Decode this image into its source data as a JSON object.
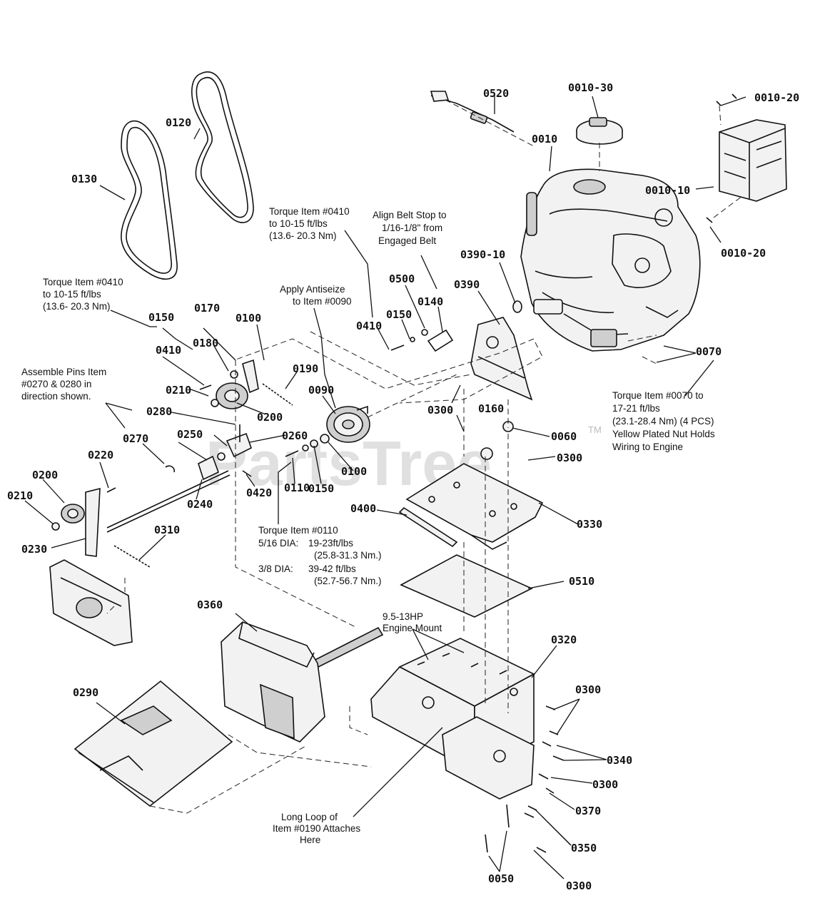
{
  "watermark": {
    "text": "PartsTree",
    "tm": "TM"
  },
  "parts": {
    "p0010": "0010",
    "p0010_10": "0010-10",
    "p0010_20a": "0010-20",
    "p0010_20b": "0010-20",
    "p0010_30": "0010-30",
    "p0050": "0050",
    "p0060": "0060",
    "p0070": "0070",
    "p0090": "0090",
    "p0100a": "0100",
    "p0100b": "0100",
    "p0110": "0110",
    "p0120": "0120",
    "p0130": "0130",
    "p0140": "0140",
    "p0150a": "0150",
    "p0150b": "0150",
    "p0150c": "0150",
    "p0160": "0160",
    "p0170": "0170",
    "p0180": "0180",
    "p0190": "0190",
    "p0200a": "0200",
    "p0200b": "0200",
    "p0210a": "0210",
    "p0210b": "0210",
    "p0220": "0220",
    "p0230": "0230",
    "p0240": "0240",
    "p0250": "0250",
    "p0260": "0260",
    "p0270": "0270",
    "p0280": "0280",
    "p0290": "0290",
    "p0300a": "0300",
    "p0300b": "0300",
    "p0300c": "0300",
    "p0300d": "0300",
    "p0300e": "0300",
    "p0310": "0310",
    "p0320": "0320",
    "p0330": "0330",
    "p0340": "0340",
    "p0350": "0350",
    "p0360": "0360",
    "p0370": "0370",
    "p0390": "0390",
    "p0390_10": "0390-10",
    "p0400": "0400",
    "p0410a": "0410",
    "p0410b": "0410",
    "p0420": "0420",
    "p0500": "0500",
    "p0510": "0510",
    "p0520": "0520"
  },
  "notes": {
    "torque0410_top": [
      "Torque Item #0410",
      "to 10-15 ft/lbs",
      "(13.6- 20.3 Nm)"
    ],
    "torque0410_left": [
      "Torque Item #0410",
      "to 10-15 ft/lbs",
      "(13.6- 20.3 Nm)"
    ],
    "align_belt": [
      "Align Belt Stop to",
      "1/16-1/8\" from",
      "Engaged Belt"
    ],
    "antiseize": [
      "Apply Antiseize",
      "to Item #0090"
    ],
    "assemble_pins": [
      "Assemble Pins Item",
      "#0270 & 0280 in",
      "direction shown."
    ],
    "torque0070": [
      "Torque Item #0070 to",
      "17-21 ft/lbs",
      "(23.1-28.4 Nm) (4 PCS)",
      "Yellow Plated Nut Holds",
      "Wiring to Engine"
    ],
    "torque0110": {
      "title": "Torque Item #0110",
      "row1_size": "5/16 DIA:",
      "row1_val": "19-23ft/lbs",
      "row1_nm": "(25.8-31.3 Nm.)",
      "row2_size": "3/8 DIA:",
      "row2_val": "39-42 ft/lbs",
      "row2_nm": "(52.7-56.7 Nm.)"
    },
    "engine_mount": [
      "9.5-13HP",
      "Engine Mount"
    ],
    "long_loop": [
      "Long Loop of",
      "Item #0190 Attaches",
      "Here"
    ]
  }
}
